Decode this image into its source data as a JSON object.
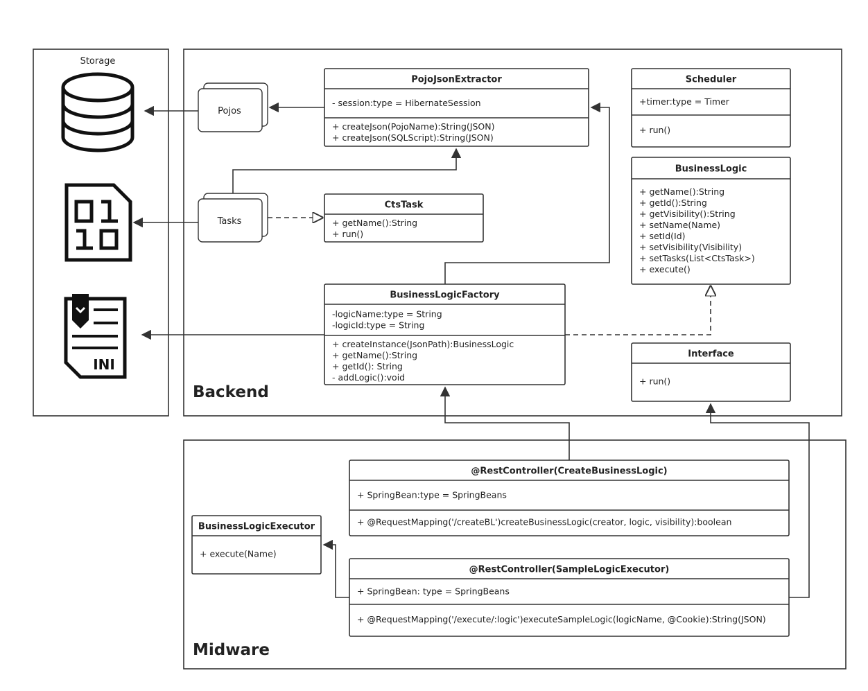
{
  "frames": {
    "storage": "Storage",
    "backend": "Backend",
    "midware": "Midware"
  },
  "stacks": {
    "pojos": "Pojos",
    "tasks": "Tasks"
  },
  "icons": {
    "database": "database-icon",
    "binary_file": "binary-file-icon",
    "ini_file": "ini-file-icon",
    "ini_label": "INI"
  },
  "classes": {
    "pojo_json_extractor": {
      "title": "PojoJsonExtractor",
      "attributes": [
        "- session:type = HibernateSession"
      ],
      "methods": [
        "+ createJson(PojoName):String(JSON)",
        "+ createJson(SQLScript):String(JSON)"
      ]
    },
    "scheduler": {
      "title": "Scheduler",
      "attributes": [
        "+timer:type = Timer"
      ],
      "methods": [
        "+ run()"
      ]
    },
    "business_logic": {
      "title": "BusinessLogic",
      "methods": [
        "+ getName():String",
        "+ getId():String",
        "+ getVisibility():String",
        "+ setName(Name)",
        "+ setId(Id)",
        "+ setVisibility(Visibility)",
        "+ setTasks(List<CtsTask>)",
        "+ execute()"
      ]
    },
    "cts_task": {
      "title": "CtsTask",
      "methods": [
        "+ getName():String",
        "+ run()"
      ]
    },
    "business_logic_factory": {
      "title": "BusinessLogicFactory",
      "attributes": [
        "-logicName:type = String",
        "-logicId:type = String"
      ],
      "methods": [
        "+ createInstance(JsonPath):BusinessLogic",
        "+ getName():String",
        "+ getId(): String",
        "- addLogic():void"
      ]
    },
    "interface": {
      "title": "Interface",
      "methods": [
        "+ run()"
      ]
    },
    "rest_create": {
      "title": "@RestController(CreateBusinessLogic)",
      "attributes": [
        "+ SpringBean:type = SpringBeans"
      ],
      "methods": [
        "+ @RequestMapping('/createBL')createBusinessLogic(creator, logic, visibility):boolean"
      ]
    },
    "rest_sample": {
      "title": "@RestController(SampleLogicExecutor)",
      "attributes": [
        "+ SpringBean: type = SpringBeans"
      ],
      "methods": [
        "+ @RequestMapping('/execute/:logic')executeSampleLogic(logicName, @Cookie):String(JSON)"
      ]
    },
    "business_logic_executor": {
      "title": "BusinessLogicExecutor",
      "methods": [
        "+ execute(Name)"
      ]
    }
  }
}
